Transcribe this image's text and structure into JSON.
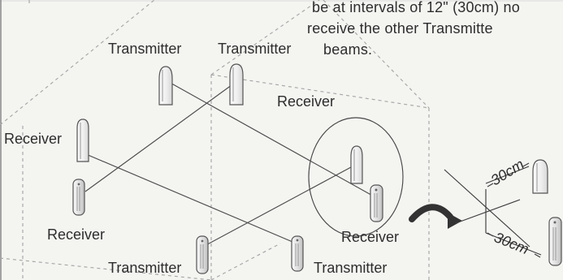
{
  "note": {
    "line1": "be at intervals of 12\" (30cm) no",
    "line2": "receive the other Transmitte",
    "line3": "beams."
  },
  "labels": {
    "transmitter_top_left": "Transmitter",
    "transmitter_top_right": "Transmitter",
    "receiver_center": "Receiver",
    "receiver_left": "Receiver",
    "receiver_bottom_left": "Receiver",
    "receiver_bottom_right": "Receiver",
    "transmitter_bottom_left": "Transmitter",
    "transmitter_bottom_right": "Transmitter"
  },
  "detail": {
    "spacing_top": "30cm",
    "spacing_bottom": "30cm"
  }
}
